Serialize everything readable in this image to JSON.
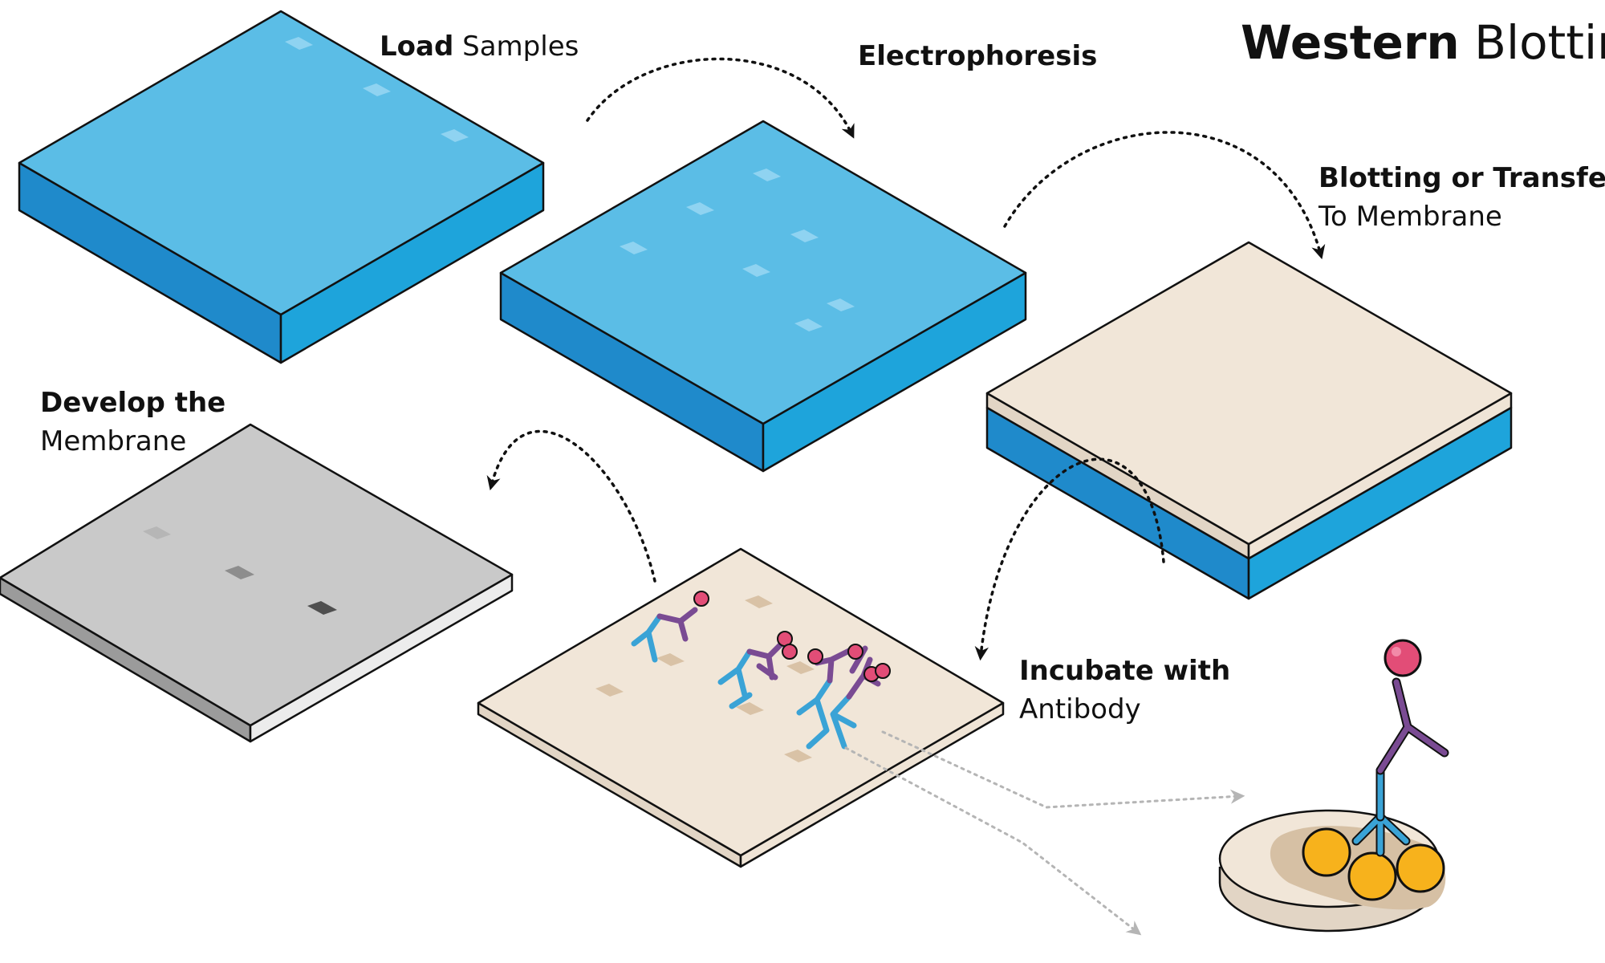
{
  "title": {
    "bold": "Western",
    "regular": "Blotting"
  },
  "steps": {
    "load": {
      "bold": "Load",
      "regular": "Samples"
    },
    "electrophoresis": {
      "bold": "Electrophoresis"
    },
    "blotting": {
      "bold": "Blotting or Transfer",
      "regular": "To Membrane"
    },
    "develop": {
      "bold": "Develop the",
      "regular": "Membrane"
    },
    "incubate": {
      "bold": "Incubate with",
      "regular": "Antibody"
    }
  },
  "colors": {
    "gel_top": "#5bbde6",
    "gel_front": "#1f8acb",
    "gel_side": "#1ea4db",
    "membrane": "#f1e6d8",
    "membrane_edge": "#e2d5c5",
    "developed": "#c9c9c9",
    "primary_antibody": "#3aa3d6",
    "secondary_antibody": "#7a4b93",
    "label_ball": "#e24d77",
    "antigen": "#f7b21c",
    "arrow": "#111111",
    "grey_arrow": "#b5b5b5"
  }
}
